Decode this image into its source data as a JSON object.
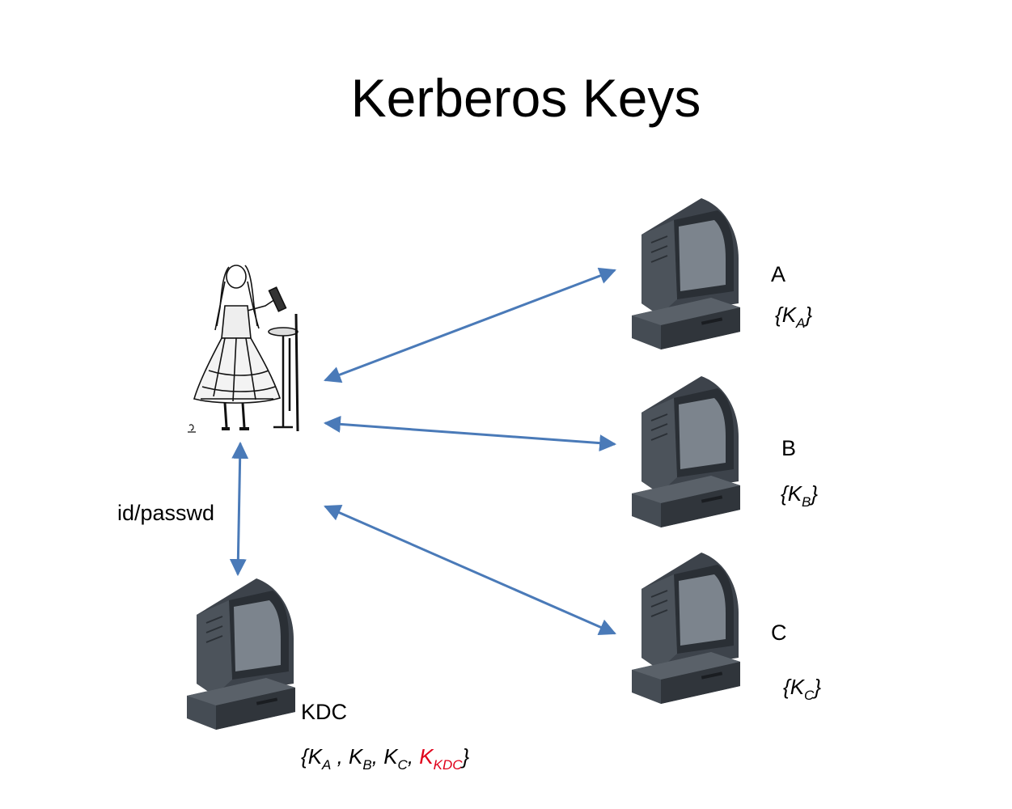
{
  "title": "Kerberos Keys",
  "user": {
    "icon": "alice-illustration"
  },
  "edge_label": "id/passwd",
  "nodes": {
    "a": {
      "name": "A",
      "key": {
        "open": "{",
        "k": "K",
        "sub": "A",
        "close": "}"
      }
    },
    "b": {
      "name": "B",
      "key": {
        "open": "{",
        "k": "K",
        "sub": "B",
        "close": "}"
      }
    },
    "c": {
      "name": "C",
      "key": {
        "open": "{",
        "k": "K",
        "sub": "C",
        "close": "}"
      }
    },
    "kdc": {
      "name": "KDC",
      "keys": {
        "open": "{",
        "k1": "K",
        "s1": "A",
        "sep1": " , ",
        "k2": "K",
        "s2": "B",
        "sep2": ", ",
        "k3": "K",
        "s3": "C",
        "sep3": ", ",
        "k4": "K",
        "s4": "KDC",
        "close": "}"
      }
    }
  },
  "colors": {
    "arrow": "#4a7ab8",
    "highlight": "#e0001a",
    "computer_body": "#3d434b"
  }
}
